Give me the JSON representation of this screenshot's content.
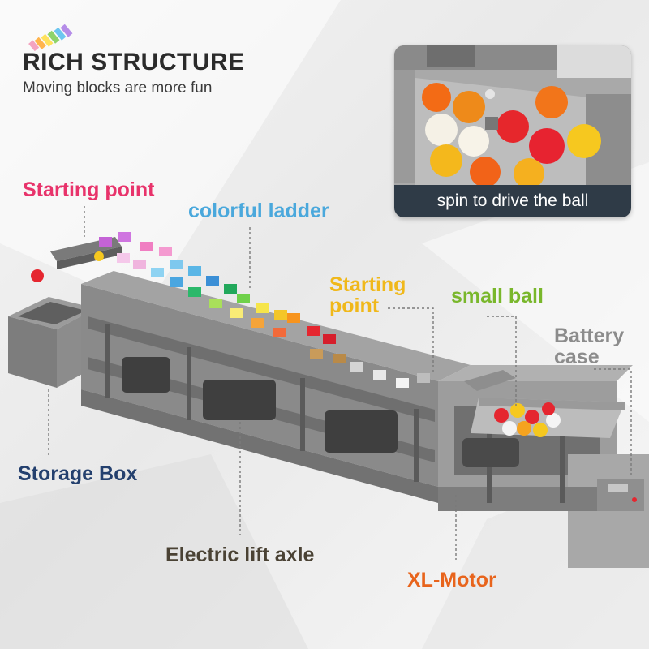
{
  "header": {
    "title": "RICH STRUCTURE",
    "subtitle": "Moving blocks are more fun"
  },
  "inset": {
    "caption": "spin to drive the ball"
  },
  "callouts": {
    "starting_point_1": "Starting point",
    "colorful_ladder": "colorful ladder",
    "starting_point_2_line1": "Starting",
    "starting_point_2_line2": "point",
    "small_ball": "small ball",
    "battery_case_line1": "Battery",
    "battery_case_line2": "case",
    "storage_box": "Storage Box",
    "electric_lift_axle": "Electric lift axle",
    "xl_motor": "XL-Motor"
  },
  "colors": {
    "starting_point": "#e8336b",
    "colorful_ladder": "#4aa8dc",
    "starting_point_2": "#f0b81a",
    "small_ball": "#79b72b",
    "battery_case": "#8c8c8c",
    "storage_box": "#24406e",
    "electric_lift_axle": "#4a4234",
    "xl_motor": "#e8641c",
    "caption_bar": "#2f3b47"
  },
  "icons": {
    "logo": "rainbow-brush-logo"
  }
}
